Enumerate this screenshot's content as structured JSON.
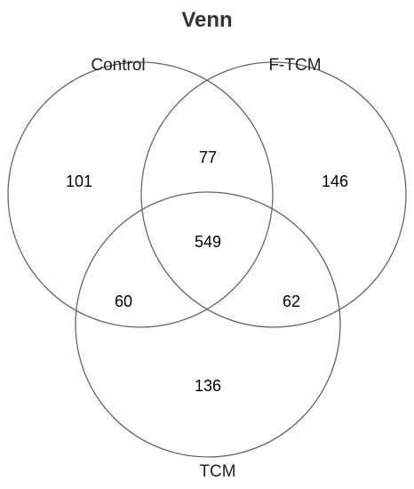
{
  "title": "Venn",
  "colors": {
    "outline": "#666666",
    "text": "#000000",
    "title": "#333333"
  },
  "sets": [
    {
      "name": "Control"
    },
    {
      "name": "F-TCM"
    },
    {
      "name": "TCM"
    }
  ],
  "regions": {
    "control_only": "101",
    "f_tcm_only": "146",
    "tcm_only": "136",
    "control_f_tcm": "77",
    "control_tcm": "60",
    "f_tcm_tcm": "62",
    "all_three": "549"
  }
}
